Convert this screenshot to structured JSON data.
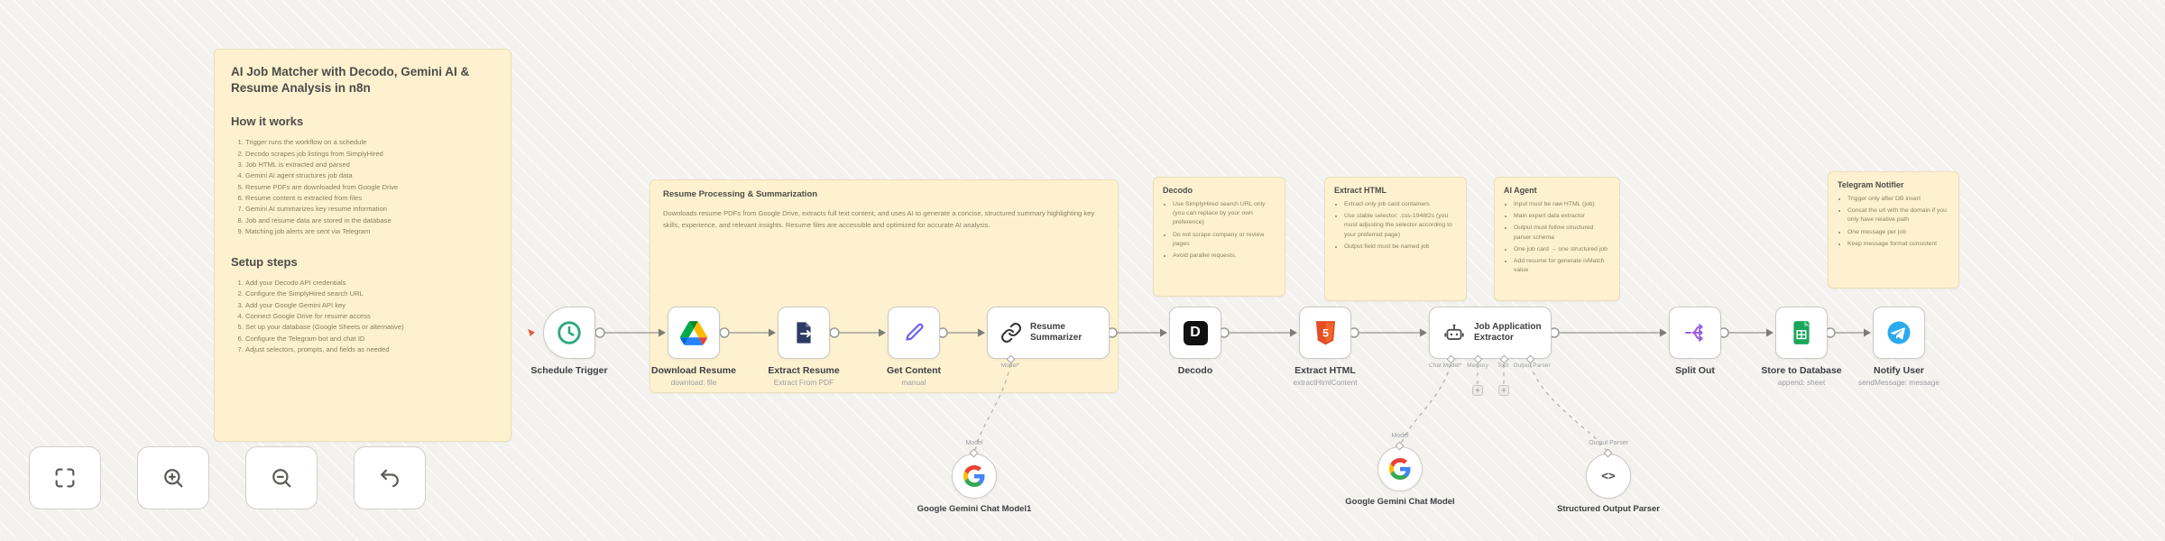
{
  "colors": {
    "sticky_bg": "#fdf1d0",
    "canvas_bg": "#f3f2ef",
    "accent_green": "#2CA87F",
    "accent_orange": "#e44d26",
    "accent_purple": "#9a5fe0",
    "telegram_blue": "#2aabee",
    "sheets_green": "#1ba75a"
  },
  "toolbar": {
    "buttons": [
      "fit-view",
      "zoom-in",
      "zoom-out",
      "undo"
    ]
  },
  "sticky_main": {
    "title": "AI Job Matcher with Decodo, Gemini AI & Resume Analysis in n8n",
    "how_heading": "How it works",
    "how_items": [
      "Trigger runs the workflow on a schedule",
      "Decodo scrapes job listings from SimplyHired",
      "Job HTML is extracted and parsed",
      "Gemini AI agent structures job data",
      "Resume PDFs are downloaded from Google Drive",
      "Resume content is extracted from files",
      "Gemini AI summarizes key resume information",
      "Job and resume data are stored in the database",
      "Matching job alerts are sent via Telegram"
    ],
    "setup_heading": "Setup steps",
    "setup_items": [
      "Add your Decodo API credentials",
      "Configure the SimplyHired search URL",
      "Add your Google Gemini API key",
      "Connect Google Drive for resume access",
      "Set up your database (Google Sheets or alternative)",
      "Configure the Telegram bot and chat ID",
      "Adjust selectors, prompts, and fields as needed"
    ]
  },
  "stickies": {
    "resume_processing": {
      "title": "Resume Processing & Summarization",
      "body": "Downloads resume PDFs from Google Drive, extracts full text content, and uses AI to generate a concise, structured summary highlighting key skills, experience, and relevant insights. Resume files are accessible and optimized for accurate AI analysis."
    },
    "decodo": {
      "title": "Decodo",
      "bullets": [
        "Use SimplyHired search URL only (you can replace by your own preference)",
        "Do not scrape company or review pages",
        "Avoid parallel requests."
      ]
    },
    "extract_html": {
      "title": "Extract HTML",
      "bullets": [
        "Extract only job card containers",
        "Use stable selector: .css-1948t2s (you must adjusting the selector according to your preferred page)",
        "Output field must be named job"
      ]
    },
    "ai_agent": {
      "title": "AI Agent",
      "bullets": [
        "Input must be raw HTML (job)",
        "Main expert data extractor",
        "Output must follow structured parser schema",
        "One job card → one structured job",
        "Add resume for generate isMatch value"
      ]
    },
    "telegram_notifier": {
      "title": "Telegram Notifier",
      "bullets": [
        "Trigger only after DB insert",
        "Concat the url with the domain if you only have relative path",
        "One message per job",
        "Keep message format consistent"
      ]
    }
  },
  "nodes": {
    "schedule_trigger": {
      "label": "Schedule Trigger"
    },
    "download_resume": {
      "label": "Download Resume",
      "subtitle": "download: file"
    },
    "extract_resume": {
      "label": "Extract Resume",
      "subtitle": "Extract From PDF"
    },
    "get_content": {
      "label": "Get Content",
      "subtitle": "manual"
    },
    "resume_summarizer": {
      "label": "Resume Summarizer",
      "port": "Model*"
    },
    "decodo": {
      "label": "Decodo",
      "icon_letter": "D"
    },
    "extract_html": {
      "label": "Extract HTML",
      "subtitle": "extractHtmlContent"
    },
    "job_application_extractor": {
      "label": "Job Application Extractor",
      "ports": [
        "Chat Model*",
        "Memory",
        "Tool",
        "Output Parser"
      ]
    },
    "split_out": {
      "label": "Split Out"
    },
    "store_to_database": {
      "label": "Store to Database",
      "subtitle": "append: sheet"
    },
    "notify_user": {
      "label": "Notify User",
      "subtitle": "sendMessage: message"
    },
    "gemini_model_1": {
      "label": "Google Gemini Chat Model1",
      "port": "Model"
    },
    "gemini_model": {
      "label": "Google Gemini Chat Model",
      "port": "Model"
    },
    "structured_output_parser": {
      "label": "Structured Output Parser",
      "port": "Output Parser"
    }
  }
}
